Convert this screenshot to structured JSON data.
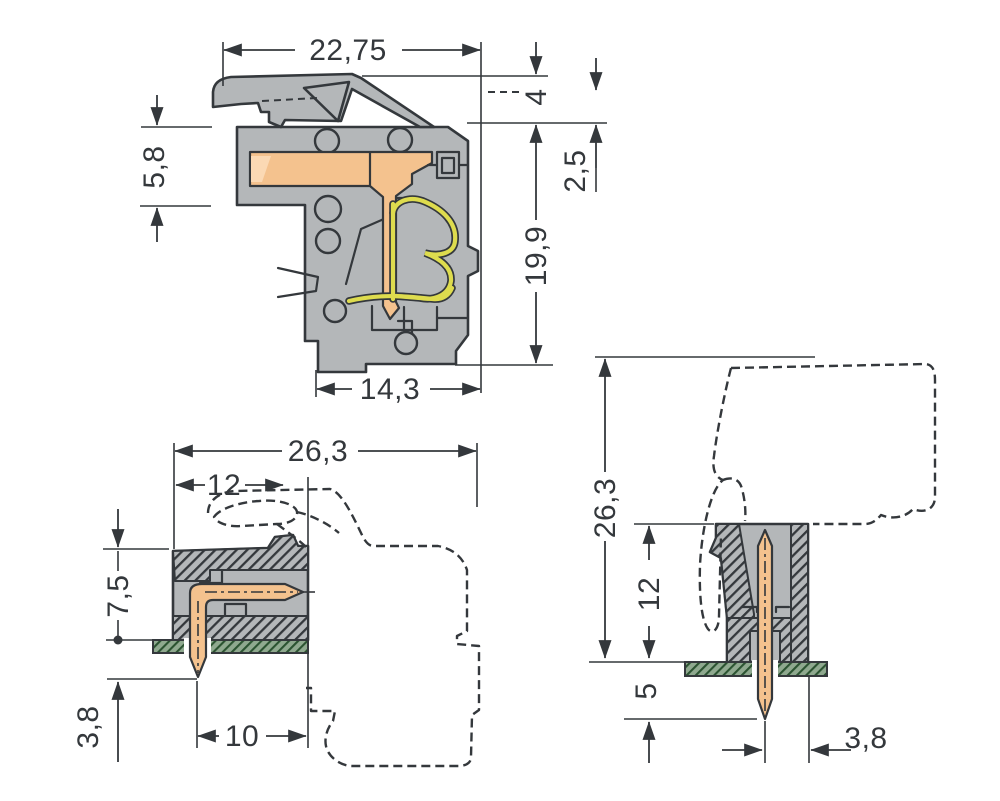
{
  "drawing": {
    "type": "technical-dimension-drawing",
    "subject": "angled connector and PCB header, three orthographic views with millimetre dimensions",
    "labels": {
      "section": {
        "overall_width": "22,75",
        "lever_height": "4",
        "lever_clearance": "2,5",
        "body_height": "19,9",
        "wire_entry_height": "5,8",
        "lower_width": "14,3"
      },
      "side": {
        "overall_depth": "26,3",
        "insertion_depth": "12",
        "height_above_pcb": "7,5",
        "pin_protrusion": "3,8",
        "pin_to_mating_face": "10"
      },
      "front": {
        "overall_height": "26,3",
        "header_height": "12",
        "pin_below_pcb": "5",
        "pin_edge_offset": "3,8"
      }
    },
    "colors": {
      "background": "#ffffff",
      "line": "#34383c",
      "housing_gray": "#b4b7b9",
      "contact_orange": "#f4c28e",
      "funnel_orange_light": "#fbd9b4",
      "spring_yellow": "#dedc4e",
      "pcb_green": "#8fa98f",
      "pcb_hatch_green": "#2b5331"
    }
  }
}
